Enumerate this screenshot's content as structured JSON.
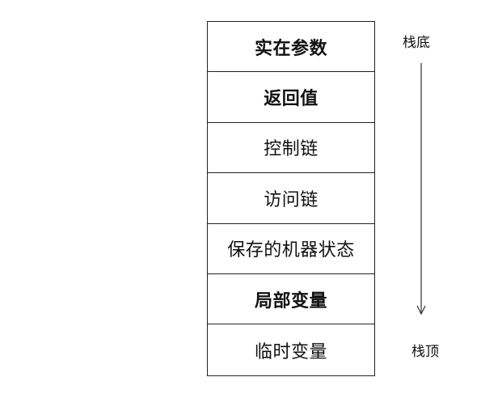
{
  "stack_frame": {
    "cells": [
      {
        "label": "实在参数",
        "bold": true
      },
      {
        "label": "返回值",
        "bold": true
      },
      {
        "label": "控制链",
        "bold": false
      },
      {
        "label": "访问链",
        "bold": false
      },
      {
        "label": "保存的机器状态",
        "bold": false
      },
      {
        "label": "局部变量",
        "bold": true
      },
      {
        "label": "临时变量",
        "bold": false
      }
    ]
  },
  "labels": {
    "stack_bottom": "栈底",
    "stack_top": "栈顶"
  },
  "icons": {
    "direction_arrow": "arrow-down-icon"
  }
}
